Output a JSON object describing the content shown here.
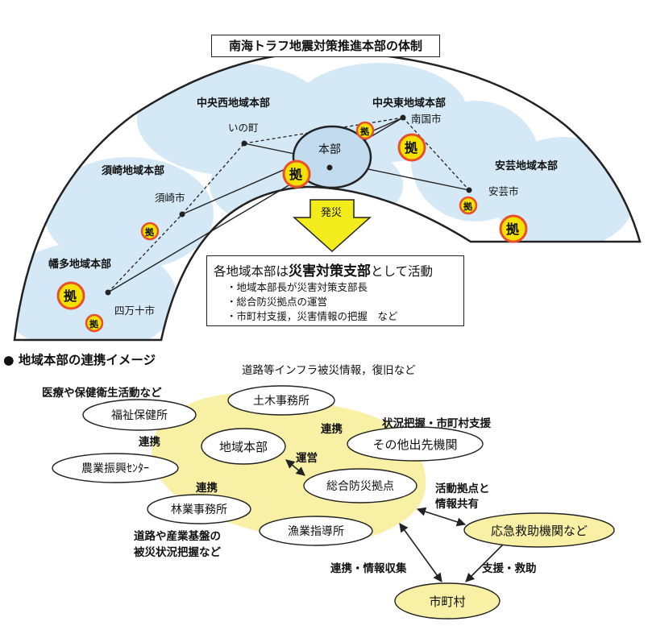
{
  "title": "南海トラフ地震対策推進本部の体制",
  "honbu_label": "本部",
  "regions": {
    "chuo_nishi": "中央西地域本部",
    "chuo_higashi": "中央東地域本部",
    "susaki": "須崎地域本部",
    "aki": "安芸地域本部",
    "hata": "幡多地域本部"
  },
  "cities": {
    "ino": "いの町",
    "nankoku": "南国市",
    "susaki": "須崎市",
    "aki": "安芸市",
    "shimanto": "四万十市"
  },
  "kyoten_char": "拠",
  "disaster_arrow": "発災",
  "info_box": {
    "head_prefix": "各地域本部は",
    "head_emph": "災害対策支部",
    "head_suffix": "として活動",
    "items": [
      "・地域本部長が災害対策支部長",
      "・総合防災拠点の運営",
      "・市町村支援，災害情報の把握　など"
    ]
  },
  "section_heading": "● 地域本部の連携イメージ",
  "nodes": {
    "chiiki_honbu": "地域本部",
    "doboku": "土木事務所",
    "fukushi": "福祉保健所",
    "nogyo": "農業振興ｾﾝﾀｰ",
    "ringyo": "林業事務所",
    "gyogyo": "漁業指導所",
    "sonota": "その他出先機関",
    "sogo": "総合防災拠点",
    "kyukyu": "応急救助機関など",
    "shichoson": "市町村"
  },
  "labels": {
    "doro_infra": "道路等インフラ被災情報，復旧など",
    "iryo": "医療や保健衛生活動など",
    "joukyo": "状況把握・市町村支援",
    "renkei": "連携",
    "unei": "運営",
    "katsudo_line1": "活動拠点と",
    "katsudo_line2": "情報共有",
    "doro_sangyo_line1": "道路や産業基盤の",
    "doro_sangyo_line2": "被災状況把握など",
    "renkei_joho": "連携・情報収集",
    "shien": "支援・救助"
  },
  "colors": {
    "cloud": "#d4e8f6",
    "kyoten_fill": "#f4e100",
    "kyoten_ring": "#e8502a",
    "kyoten_text": "#d8232a",
    "yellow_area": "#f7f0a5",
    "arrow_yellow": "#f2ec1c",
    "honbu_fill": "#c3dbef"
  }
}
